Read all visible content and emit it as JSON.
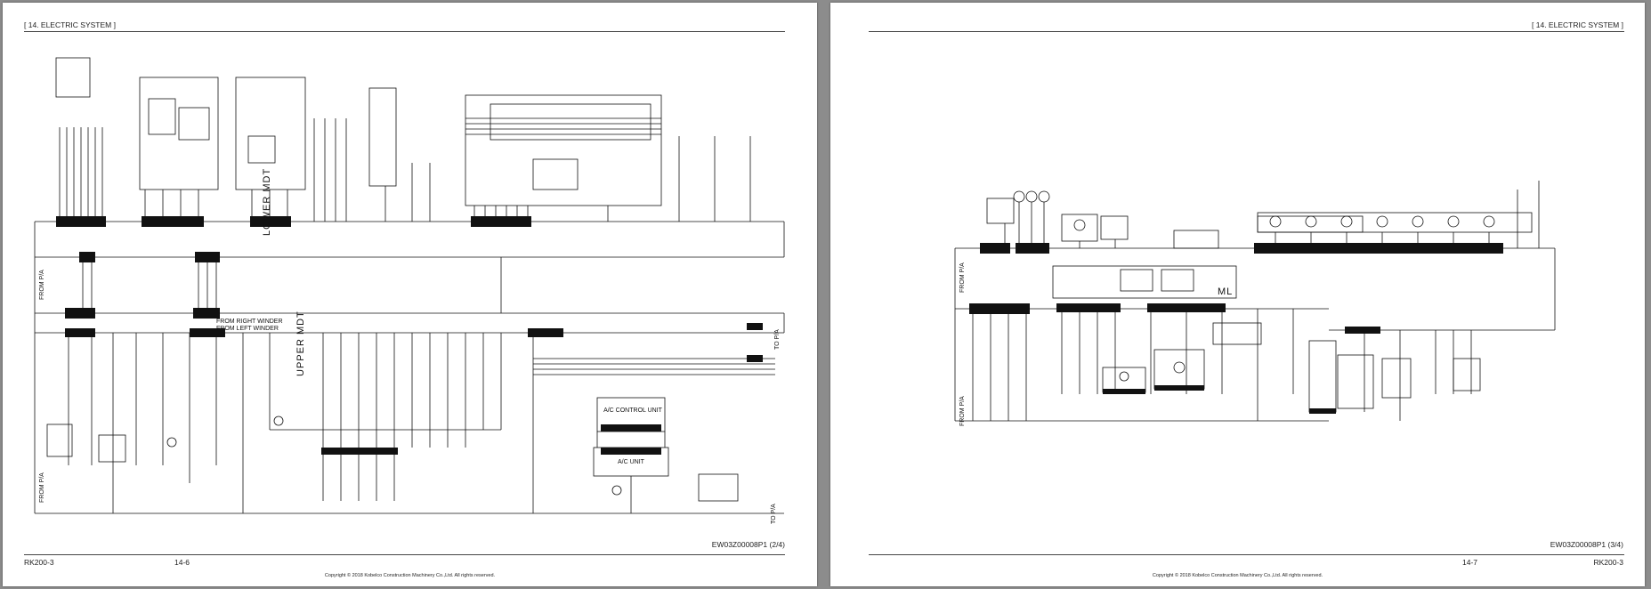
{
  "pages": [
    {
      "header": "[ 14. ELECTRIC SYSTEM ]",
      "drawing_no": "EW03Z00008P1 (2/4)",
      "model": "RK200-3",
      "page_number": "14-6",
      "copyright": "Copyright © 2018 Kobelco Construction Machinery Co.,Ltd. All rights reserved.",
      "diagram_labels": {
        "lower_mdt": "LOWER MDT",
        "upper_mdt": "UPPER MDT",
        "from_pa": "FROM P/A",
        "to_pa": "TO P/A",
        "from_right_winder": "FROM RIGHT WINDER",
        "from_left_winder": "FROM LEFT WINDER",
        "ac_control_unit": "A/C CONTROL UNIT",
        "ac_unit": "A/C UNIT"
      }
    },
    {
      "header": "[ 14. ELECTRIC SYSTEM ]",
      "drawing_no": "EW03Z00008P1 (3/4)",
      "model": "RK200-3",
      "page_number": "14-7",
      "copyright": "Copyright © 2018 Kobelco Construction Machinery Co.,Ltd. All rights reserved.",
      "diagram_labels": {
        "ml": "ML",
        "from_pa": "FROM P/A"
      }
    }
  ]
}
